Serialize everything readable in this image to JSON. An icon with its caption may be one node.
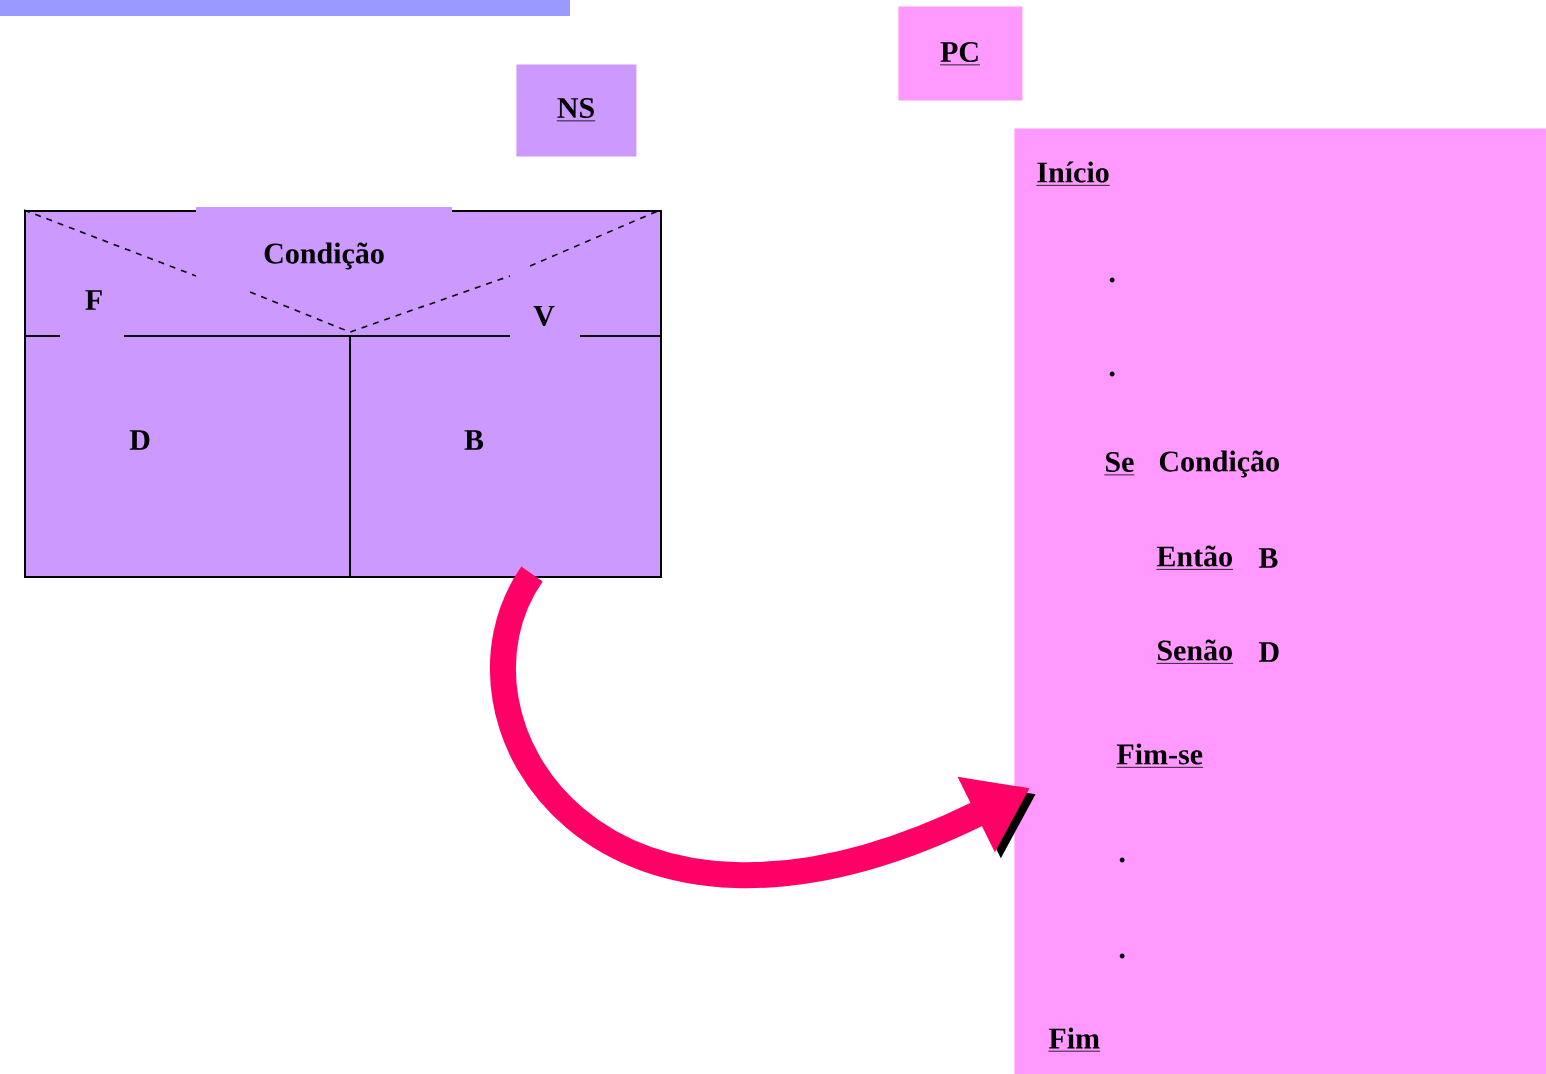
{
  "diagram": {
    "nodes": [
      {
        "text": [
          "NS"
        ]
      },
      {
        "text": [
          "Condição",
          "F",
          "V",
          "D",
          "B"
        ]
      },
      {
        "text": [
          "PC"
        ]
      },
      {
        "text": [
          "Início",
          ".",
          ".",
          "Se",
          "Condição",
          "Então",
          "B",
          "Senão",
          "D",
          "Fim-se",
          ".",
          ".",
          "Fim"
        ]
      }
    ],
    "edges": [
      {
        "from": 1,
        "to": 3,
        "arrow": "to",
        "color": "#ff0066"
      }
    ]
  }
}
